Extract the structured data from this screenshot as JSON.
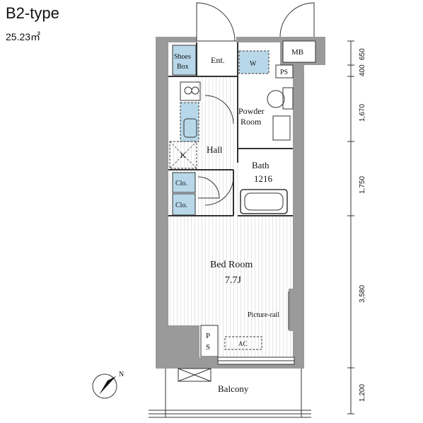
{
  "header": {
    "type": "B2-type",
    "area": "25.23㎡"
  },
  "rooms": {
    "shoes_box": [
      "Shoes",
      "Box"
    ],
    "entrance": "Ent.",
    "washer": "W",
    "ps_top": "PS",
    "mb": "MB",
    "powder_room": [
      "Powder",
      "Room"
    ],
    "k": "K",
    "hall": "Hall",
    "bath": [
      "Bath",
      "1216"
    ],
    "clo1": "Clo.",
    "clo2": "Clo.",
    "bedroom": [
      "Bed Room",
      "7.7J"
    ],
    "picture_rail": "Picture-rail",
    "ps_bottom": [
      "P",
      "S"
    ],
    "ac": "AC",
    "balcony": "Balcony"
  },
  "dimensions": [
    "650",
    "400",
    "1,670",
    "1,750",
    "3,580",
    "1,200"
  ],
  "compass": {
    "label": "N"
  },
  "colors": {
    "wall": "#9a9a9a",
    "wall_dark": "#8c8c8c",
    "storage": "#b8d8ea",
    "line": "#333333"
  }
}
